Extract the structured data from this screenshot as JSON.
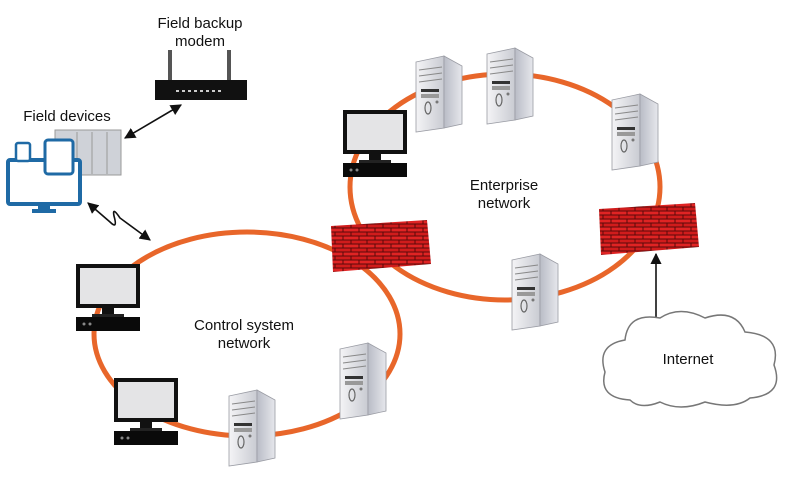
{
  "labels": {
    "field_backup_modem_line1": "Field backup",
    "field_backup_modem_line2": "modem",
    "field_devices": "Field devices",
    "enterprise_line1": "Enterprise",
    "enterprise_line2": "network",
    "control_line1": "Control system",
    "control_line2": "network",
    "internet": "Internet"
  },
  "colors": {
    "ring": "#e8662a",
    "firewall": "#d71f1f",
    "device_blue": "#1f6aa5"
  }
}
